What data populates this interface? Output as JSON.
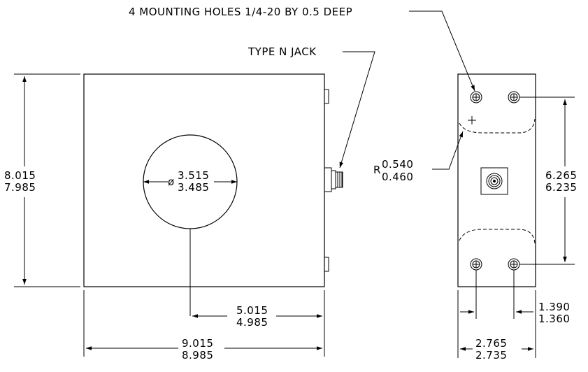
{
  "callouts": {
    "mounting_holes": "4 MOUNTING HOLES 1/4-20 BY 0.5 DEEP",
    "type_n_jack": "TYPE N JACK",
    "radius_prefix": "R",
    "radius_upper": "0.540",
    "radius_lower": "0.460",
    "diameter_symbol": "ø"
  },
  "front_view": {
    "height_upper": "8.015",
    "height_lower": "7.985",
    "bore_dia_upper": "3.515",
    "bore_dia_lower": "3.485",
    "bore_offset_upper": "5.015",
    "bore_offset_lower": "4.985",
    "width_upper": "9.015",
    "width_lower": "8.985"
  },
  "side_view": {
    "hole_spacing_upper": "6.265",
    "hole_spacing_lower": "6.235",
    "hole_edge_upper": "1.390",
    "hole_edge_lower": "1.360",
    "width_upper": "2.765",
    "width_lower": "2.735"
  }
}
